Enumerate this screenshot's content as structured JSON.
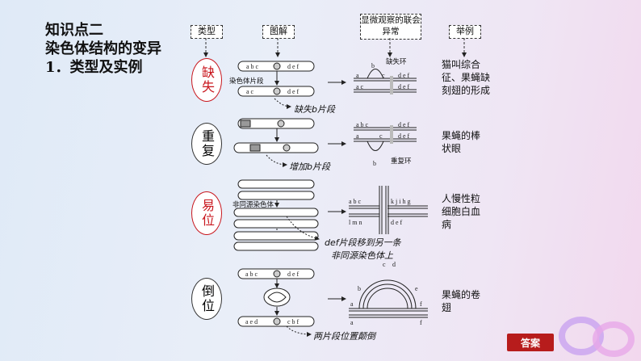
{
  "title": {
    "line1": "知识点二",
    "line2": "染色体结构的变异",
    "line3": "1．类型及实例"
  },
  "headers": {
    "type": "类型",
    "diagram": "图解",
    "micro": "显微观察的联会异常",
    "example": "举例"
  },
  "types": {
    "deletion": "缺失",
    "duplication": "重复",
    "translocation": "易位",
    "inversion": "倒位"
  },
  "labels": {
    "chromosome": "染色体片段",
    "missing_loop": "缺失环",
    "missing_note": "缺失b片段",
    "dup_loop": "重复环",
    "dup_note": "增加b片段",
    "nonhomologous": "非同源染色体",
    "trans_note1": "def片段移到另一条",
    "trans_note2": "非同源染色体上",
    "inv_note": "两片段位置颠倒"
  },
  "examples": {
    "deletion": "猫叫综合征、果蝇缺刻翅的形成",
    "duplication": "果蝇的棒状眼",
    "translocation": "人慢性粒细胞白血病",
    "inversion": "果蝇的卷翅"
  },
  "answer_label": "答案"
}
